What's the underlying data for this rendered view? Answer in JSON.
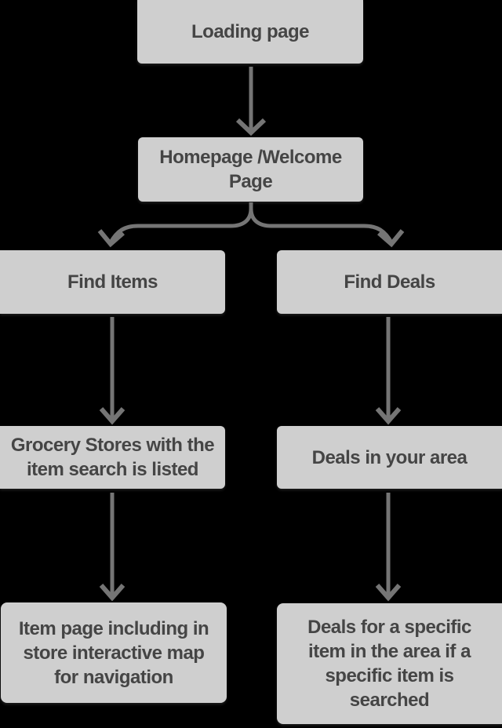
{
  "colors": {
    "background": "#000000",
    "node_fill": "#cfcfcf",
    "node_text": "#454545",
    "arrow": "#757575"
  },
  "nodes": {
    "loading": {
      "label": "Loading page"
    },
    "homepage": {
      "label": "Homepage /Welcome\nPage"
    },
    "find_items": {
      "label": "Find Items"
    },
    "find_deals": {
      "label": "Find Deals"
    },
    "grocery": {
      "label": "Grocery Stores with the\nitem search is listed"
    },
    "deals_area": {
      "label": "Deals in your area"
    },
    "item_page": {
      "label": "Item page including in\nstore interactive map\nfor navigation"
    },
    "deals_specific": {
      "label": "Deals for a specific\nitem in the area if a\nspecific item is\nsearched"
    }
  },
  "edges": [
    {
      "from": "loading",
      "to": "homepage"
    },
    {
      "from": "homepage",
      "to": "find_items"
    },
    {
      "from": "homepage",
      "to": "find_deals"
    },
    {
      "from": "find_items",
      "to": "grocery"
    },
    {
      "from": "find_deals",
      "to": "deals_area"
    },
    {
      "from": "grocery",
      "to": "item_page"
    },
    {
      "from": "deals_area",
      "to": "deals_specific"
    }
  ]
}
